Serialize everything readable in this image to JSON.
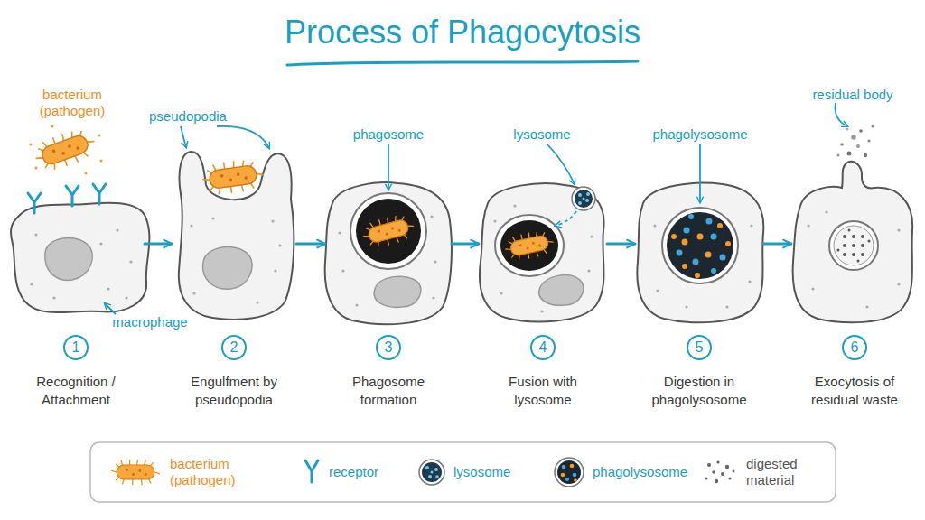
{
  "diagram": {
    "title": "Process of Phagocytosis",
    "nodes": [
      {
        "text": [
          "Recognition / Attachment"
        ]
      },
      {
        "text": [
          "1"
        ],
        "in": 0
      },
      {
        "text": [
          "Engulfment by pseudopodia"
        ]
      },
      {
        "text": [
          "2"
        ],
        "in": 2
      },
      {
        "text": [
          "Phagosome formation"
        ]
      },
      {
        "text": [
          "3"
        ],
        "in": 4
      },
      {
        "text": [
          "Fusion with lysosome"
        ]
      },
      {
        "text": [
          "4"
        ],
        "in": 6
      },
      {
        "text": [
          "Digestion in phagolysosome"
        ]
      },
      {
        "text": [
          "5"
        ],
        "in": 8
      },
      {
        "text": [
          "Exocytosis of residual waste"
        ]
      },
      {
        "text": [
          "6"
        ],
        "in": 10
      }
    ],
    "edges": [
      {
        "from": 0,
        "to": 2,
        "arrow": "to"
      },
      {
        "from": 2,
        "to": 4,
        "arrow": "to"
      },
      {
        "from": 4,
        "to": 6,
        "arrow": "to"
      },
      {
        "from": 6,
        "to": 8,
        "arrow": "to"
      },
      {
        "from": 8,
        "to": 10,
        "arrow": "to"
      }
    ],
    "labels": [
      "bacterium (pathogen)",
      "macrophage",
      "pseudopodia",
      "phagosome",
      "lysosome",
      "phagolysosome",
      "residual body"
    ],
    "legend": [
      {
        "text": "bacterium (pathogen)"
      },
      {
        "text": "receptor"
      },
      {
        "text": "lysosome"
      },
      {
        "text": "phagolysosome"
      },
      {
        "text": "digested material"
      }
    ]
  }
}
